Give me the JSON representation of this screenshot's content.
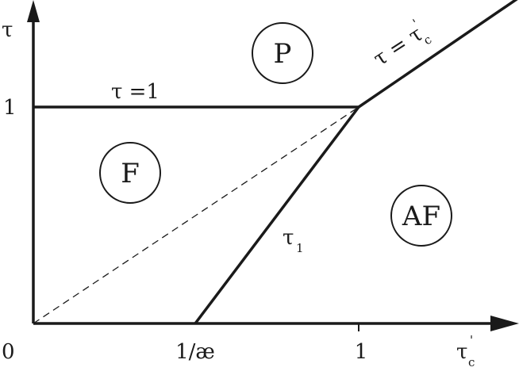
{
  "diagram": {
    "axes": {
      "y_label": "τ",
      "x_label": "τ",
      "x_label_prime": "'",
      "x_label_sub": "c",
      "origin_label": "0",
      "y_tick_1": "1",
      "x_tick_inv_kappa": "1/æ",
      "x_tick_1": "1"
    },
    "lines": {
      "horizontal_label": "τ =1",
      "diagonal_label_lhs": "τ = τ",
      "diagonal_label_prime": "'",
      "diagonal_label_sub": "c",
      "tau1_label": "τ",
      "tau1_sub": "1"
    },
    "regions": {
      "P": "P",
      "F": "F",
      "AF": "AF"
    },
    "colors": {
      "ink": "#1a1a1a",
      "background": "#ffffff"
    }
  }
}
